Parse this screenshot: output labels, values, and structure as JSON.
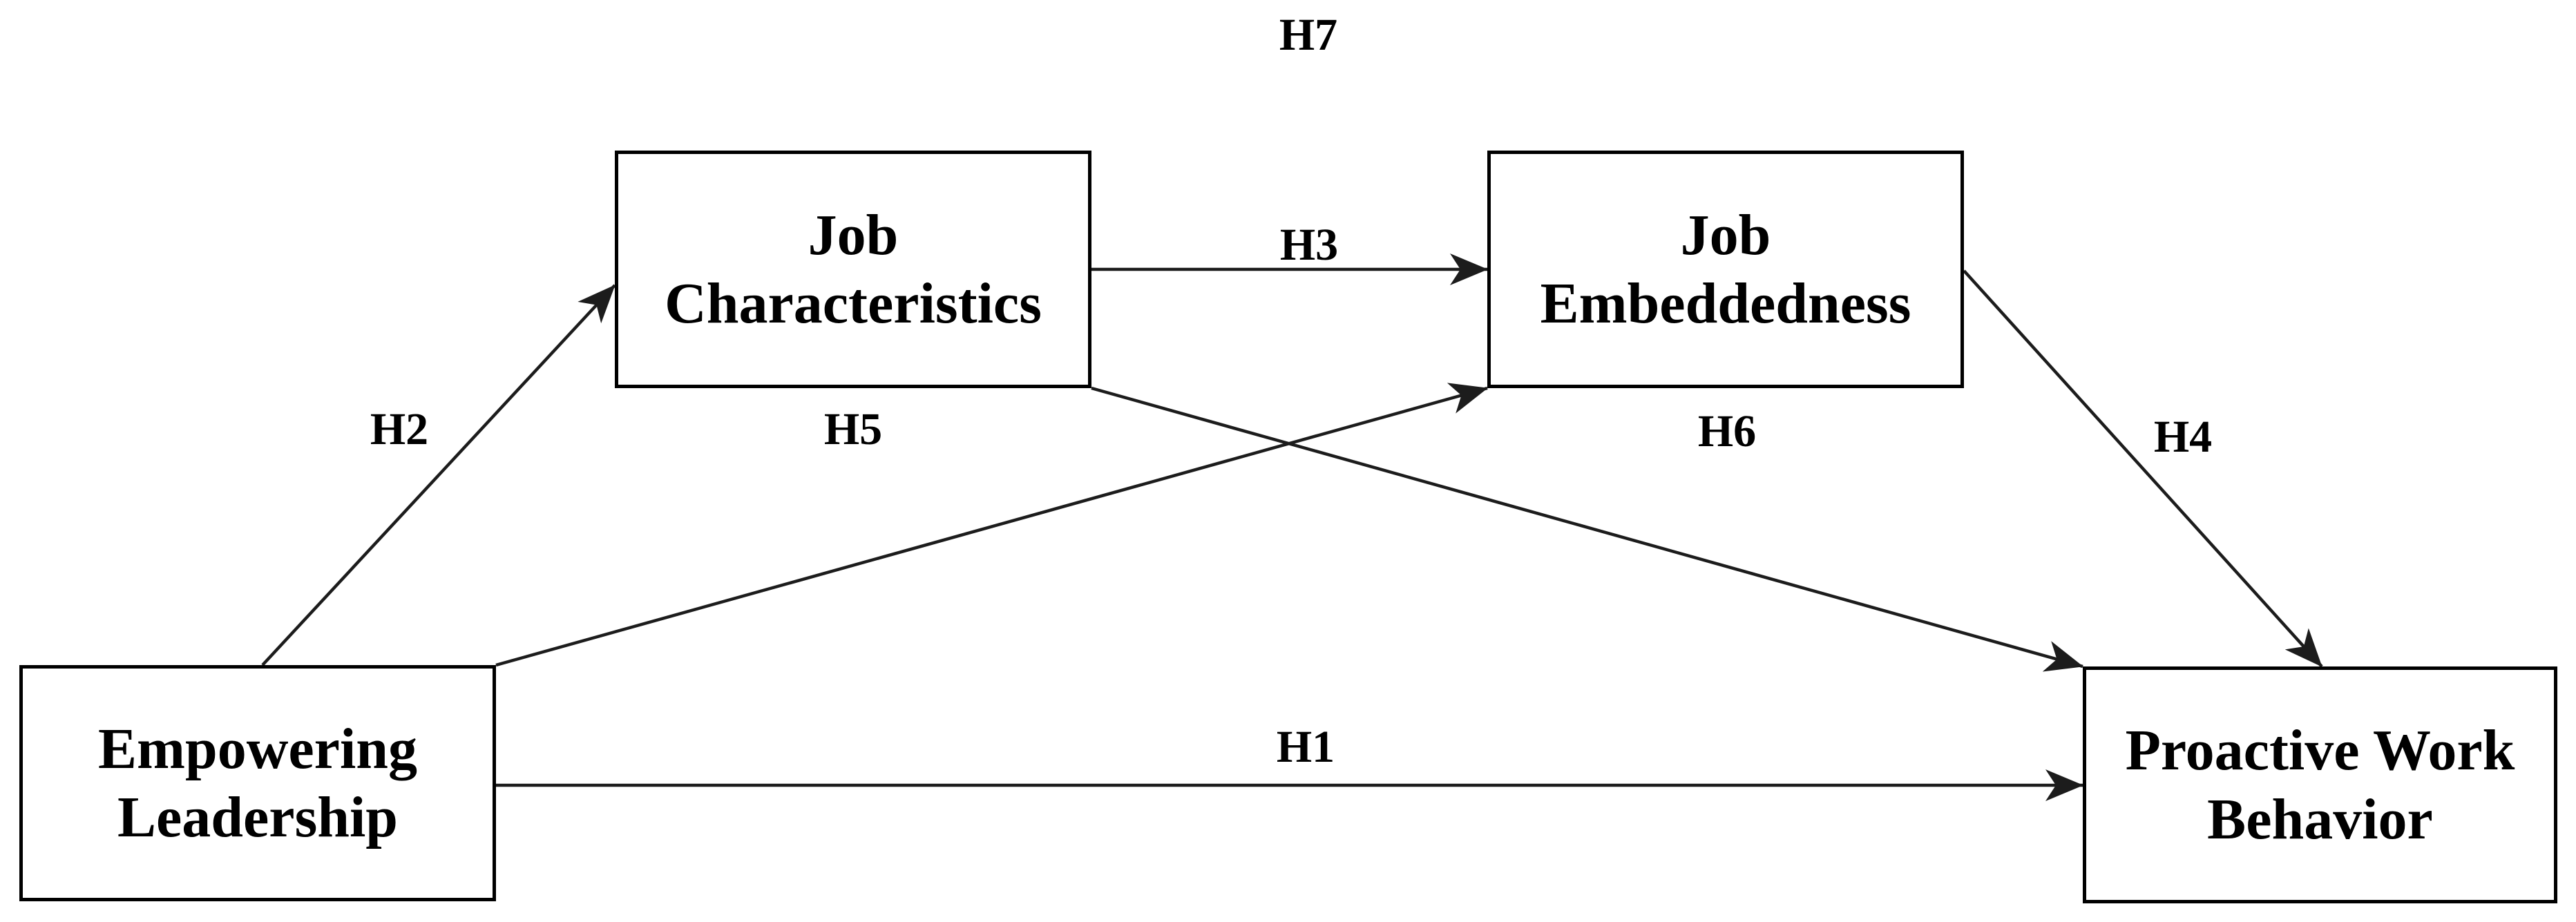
{
  "diagram": {
    "type": "path-model",
    "background_color": "#ffffff",
    "line_color": "#1c1c1c",
    "box_border_color": "#000000",
    "text_color": "#000000",
    "nodes": {
      "empowering_leadership": {
        "line1": "Empowering",
        "line2": "Leadership"
      },
      "job_characteristics": {
        "line1": "Job",
        "line2": "Characteristics"
      },
      "job_embeddedness": {
        "line1": "Job",
        "line2": "Embeddedness"
      },
      "proactive_work_behavior": {
        "line1": "Proactive Work",
        "line2": "Behavior"
      }
    },
    "hypothesis_labels": {
      "h1": "H1",
      "h2": "H2",
      "h3": "H3",
      "h4": "H4",
      "h5": "H5",
      "h6": "H6",
      "h7": "H7"
    },
    "edges": [
      {
        "label": "H1",
        "from": "Empowering Leadership",
        "to": "Proactive Work Behavior"
      },
      {
        "label": "H2",
        "from": "Empowering Leadership",
        "to": "Job Characteristics"
      },
      {
        "label": "H3",
        "from": "Job Characteristics",
        "to": "Job Embeddedness"
      },
      {
        "label": "H4",
        "from": "Job Embeddedness",
        "to": "Proactive Work Behavior"
      },
      {
        "label": "H5",
        "from": "Job Characteristics",
        "to": "Proactive Work Behavior"
      },
      {
        "label": "H6",
        "from": "Empowering Leadership",
        "to": "Job Embeddedness"
      },
      {
        "label": "H7",
        "from": "",
        "to": ""
      }
    ]
  }
}
